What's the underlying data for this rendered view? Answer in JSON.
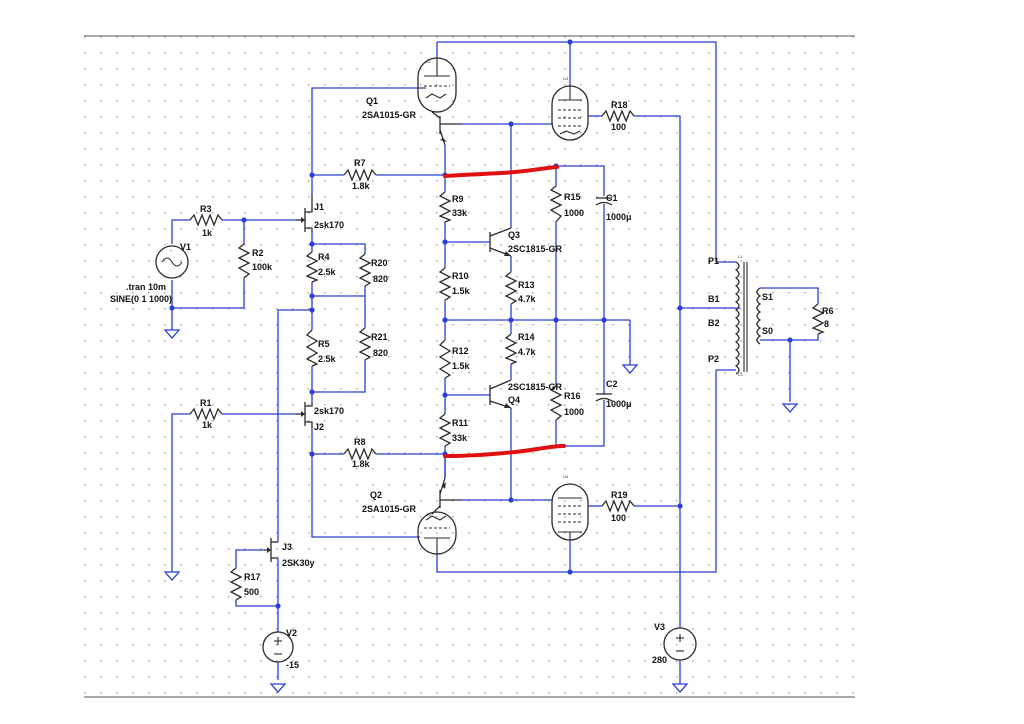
{
  "components": {
    "Q1": {
      "ref": "Q1",
      "part": "2SA1015-GR"
    },
    "Q2": {
      "ref": "Q2",
      "part": "2SA1015-GR"
    },
    "Q3": {
      "ref": "Q3",
      "part": "2SC1815-GR"
    },
    "Q4": {
      "ref": "Q4",
      "part": "2SC1815-GR"
    },
    "J1": {
      "ref": "J1",
      "part": "2sk170"
    },
    "J2": {
      "ref": "J2",
      "part": "2sk170"
    },
    "J3": {
      "ref": "J3",
      "part": "2SK30y"
    },
    "R1": {
      "ref": "R1",
      "value": "1k"
    },
    "R2": {
      "ref": "R2",
      "value": "100k"
    },
    "R3": {
      "ref": "R3",
      "value": "1k"
    },
    "R4": {
      "ref": "R4",
      "value": "2.5k"
    },
    "R5": {
      "ref": "R5",
      "value": "2.5k"
    },
    "R6": {
      "ref": "R6",
      "value": "8"
    },
    "R7": {
      "ref": "R7",
      "value": "1.8k"
    },
    "R8": {
      "ref": "R8",
      "value": "1.8k"
    },
    "R9": {
      "ref": "R9",
      "value": "33k"
    },
    "R10": {
      "ref": "R10",
      "value": "1.5k"
    },
    "R11": {
      "ref": "R11",
      "value": "33k"
    },
    "R12": {
      "ref": "R12",
      "value": "1.5k"
    },
    "R13": {
      "ref": "R13",
      "value": "4.7k"
    },
    "R14": {
      "ref": "R14",
      "value": "4.7k"
    },
    "R15": {
      "ref": "R15",
      "value": "1000"
    },
    "R16": {
      "ref": "R16",
      "value": "1000"
    },
    "R17": {
      "ref": "R17",
      "value": "500"
    },
    "R18": {
      "ref": "R18",
      "value": "100"
    },
    "R19": {
      "ref": "R19",
      "value": "100"
    },
    "R20": {
      "ref": "R20",
      "value": "820"
    },
    "R21": {
      "ref": "R21",
      "value": "820"
    },
    "C1": {
      "ref": "C1",
      "value": "1000μ"
    },
    "C2": {
      "ref": "C2",
      "value": "1000μ"
    },
    "V1": {
      "ref": "V1"
    },
    "V2": {
      "ref": "V2",
      "value": "-15"
    },
    "V3": {
      "ref": "V3",
      "value": "280"
    }
  },
  "directives": {
    "tran": ".tran 10m",
    "source": "SINE(0 1 1000)"
  },
  "transformer_pins": {
    "P1": "P1",
    "B1": "B1",
    "B2": "B2",
    "P2": "P2",
    "S1": "S1",
    "S0": "S0"
  },
  "colors": {
    "wire": "#2b3fd6",
    "component": "#2b2b2b",
    "highlight": "#e01010",
    "grid_dot": "#9a9a9a",
    "background": "#ffffff"
  }
}
